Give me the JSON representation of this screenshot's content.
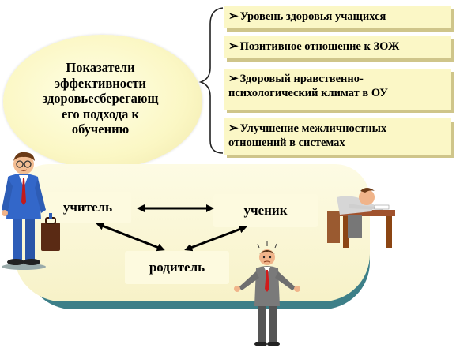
{
  "left_bubble": {
    "lines": [
      "Показатели",
      "эффективности",
      "здоровьесберегающ",
      "его подхода к",
      "обучению"
    ]
  },
  "indicators": [
    {
      "text": "Уровень здоровья учащихся"
    },
    {
      "text": "Позитивное отношение к ЗОЖ"
    },
    {
      "text": "Здоровый нравственно-психологический климат в ОУ"
    },
    {
      "text": "Улучшение межличностных отношений в системах"
    }
  ],
  "nodes": {
    "teacher": "учитель",
    "student": "ученик",
    "parent": "родитель"
  },
  "colors": {
    "bubble": "#fbf7c4",
    "boxes": "#fbf7c6",
    "platform": "#f7f2c8",
    "platform_shadow": "#3d7f88"
  }
}
